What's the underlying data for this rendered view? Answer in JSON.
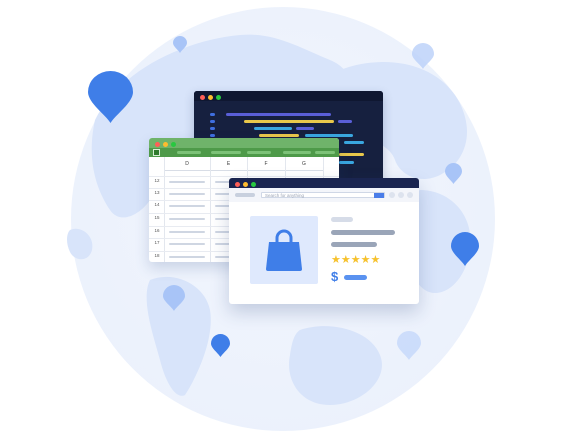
{
  "illustration": {
    "globe_color": "#dde8fb",
    "pin_color_strong": "#3f7ee8",
    "pin_color_soft": "#a8c4f7"
  },
  "code_window": {
    "background": "#16203f"
  },
  "spreadsheet": {
    "columns": [
      "D",
      "E",
      "F",
      "G"
    ],
    "rows": [
      "12",
      "13",
      "14",
      "15",
      "16",
      "17",
      "18"
    ]
  },
  "product_window": {
    "search_placeholder": "Search for anything",
    "product_icon": "shopping-bag-icon",
    "stars": "★★★★★",
    "currency_symbol": "$"
  }
}
